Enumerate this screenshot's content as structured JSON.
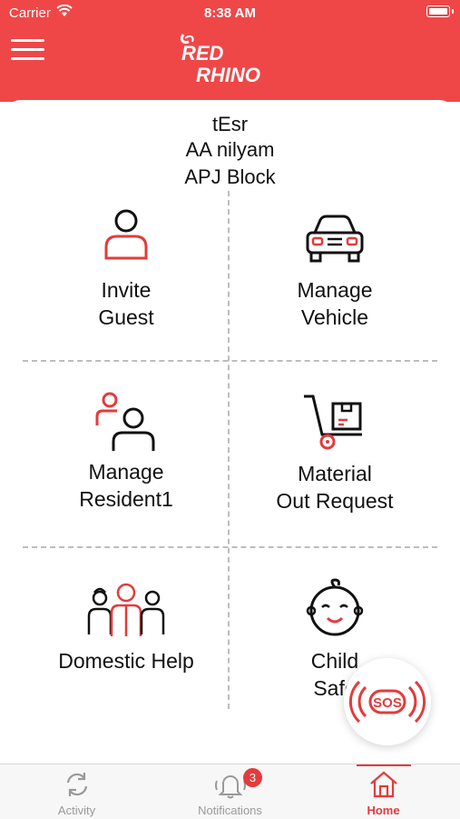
{
  "status_bar": {
    "carrier": "Carrier",
    "time": "8:38 AM"
  },
  "header": {
    "logo_line1": "RED",
    "logo_line2": "RHINO"
  },
  "user": {
    "name": "tEsr",
    "society": "AA nilyam",
    "block": "APJ Block"
  },
  "tiles": [
    {
      "line1": "Invite",
      "line2": "Guest",
      "icon": "person-icon"
    },
    {
      "line1": "Manage",
      "line2": "Vehicle",
      "icon": "car-icon"
    },
    {
      "line1": "Manage",
      "line2": "Resident1",
      "icon": "residents-icon"
    },
    {
      "line1": "Material",
      "line2": "Out Request",
      "icon": "hand-truck-icon"
    },
    {
      "line1": "Domestic Help",
      "line2": "",
      "icon": "domestic-help-icon"
    },
    {
      "line1": "Child",
      "line2": "Safe",
      "icon": "child-face-icon"
    }
  ],
  "sos": {
    "label": "SOS"
  },
  "tabbar": {
    "tabs": [
      {
        "label": "Activity",
        "icon": "refresh-icon"
      },
      {
        "label": "Notifications",
        "icon": "bell-icon",
        "badge": "3"
      },
      {
        "label": "Home",
        "icon": "home-icon"
      }
    ],
    "active": "Home"
  },
  "colors": {
    "brand_red": "#ef4748",
    "accent": "#e33b3b"
  }
}
